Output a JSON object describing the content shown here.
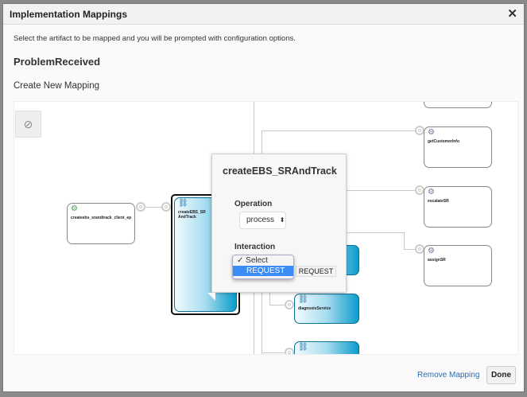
{
  "dialog": {
    "title": "Implementation Mappings",
    "close_icon": "close-icon",
    "instructions": "Select the artifact to be mapped and you will be prompted with configuration options.",
    "subject": "ProblemReceived",
    "section": "Create New Mapping"
  },
  "diagram": {
    "compass_icon": "compass-icon",
    "nodes": [
      {
        "label": "createebs_srandtrack_client_ep",
        "type": "service"
      },
      {
        "label": "createEBS_SRAndTrack",
        "type": "bpel",
        "selected": true
      },
      {
        "label": "getCustomerInfo",
        "type": "reference"
      },
      {
        "label": "escalateSR",
        "type": "reference"
      },
      {
        "label": "assignSR",
        "type": "reference"
      },
      {
        "label": "diagnosisService",
        "type": "bpel"
      }
    ]
  },
  "popup": {
    "title": "createEBS_SRAndTrack",
    "operation_label": "Operation",
    "operation_value": "process",
    "interaction_label": "Interaction",
    "interaction_options": [
      "Select",
      "REQUEST"
    ],
    "interaction_checked": "Select",
    "interaction_highlighted": "REQUEST",
    "interaction_button": "REQUEST"
  },
  "footer": {
    "remove": "Remove Mapping",
    "done": "Done"
  }
}
